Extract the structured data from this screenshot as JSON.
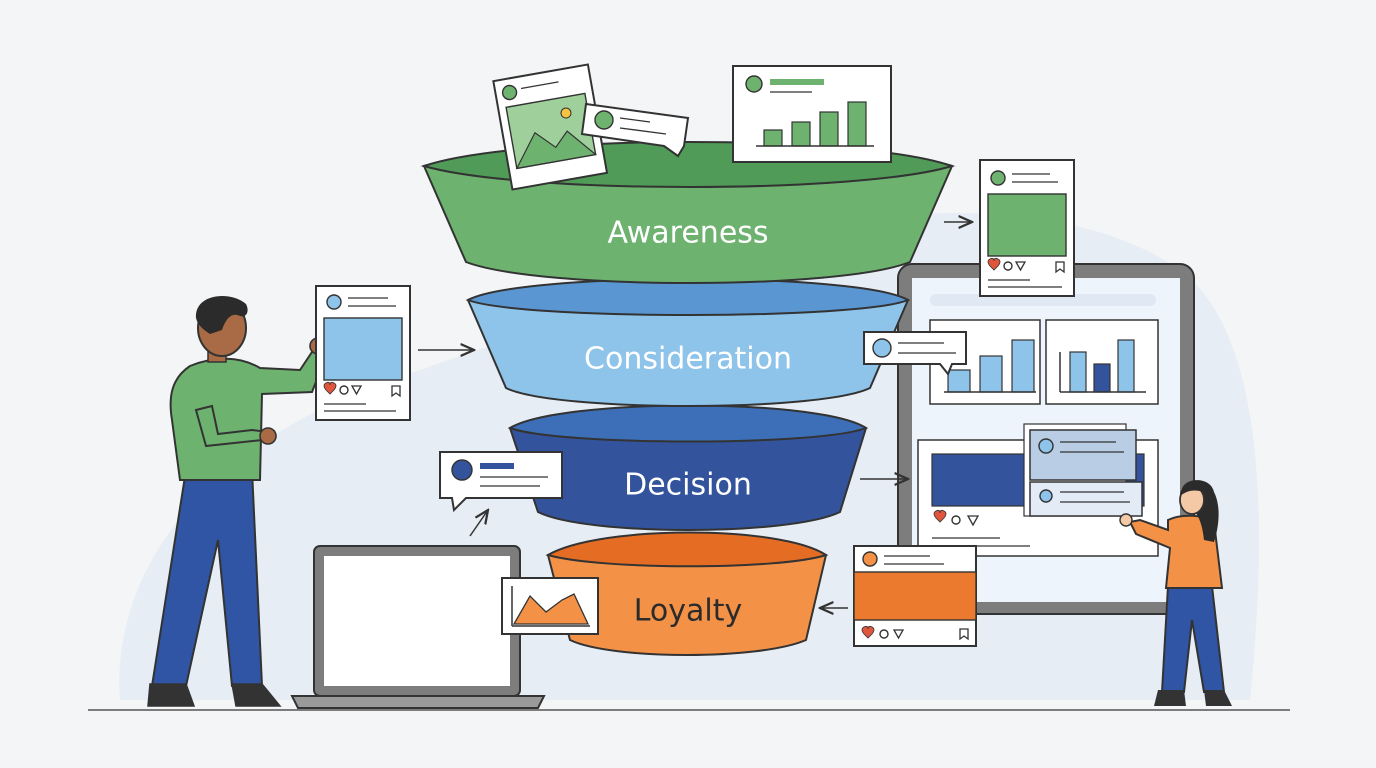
{
  "funnel": {
    "stages": [
      {
        "label": "Awareness",
        "color": "#6db36f",
        "text_color": "#ffffff"
      },
      {
        "label": "Consideration",
        "color": "#8ec3ea",
        "text_color": "#ffffff"
      },
      {
        "label": "Decision",
        "color": "#33549c",
        "text_color": "#ffffff"
      },
      {
        "label": "Loyalty",
        "color": "#f39146",
        "text_color": "#2b2b2b"
      }
    ]
  },
  "icons": [
    "heart-icon",
    "comment-icon",
    "share-icon",
    "bookmark-icon",
    "avatar-icon",
    "bar-chart-icon",
    "image-icon",
    "line-chart-icon"
  ],
  "colors": {
    "background": "#f4f5f6",
    "green": "#6db36f",
    "light_blue": "#8ec3ea",
    "dark_blue": "#33549c",
    "orange": "#f39146",
    "outline": "#333333"
  }
}
